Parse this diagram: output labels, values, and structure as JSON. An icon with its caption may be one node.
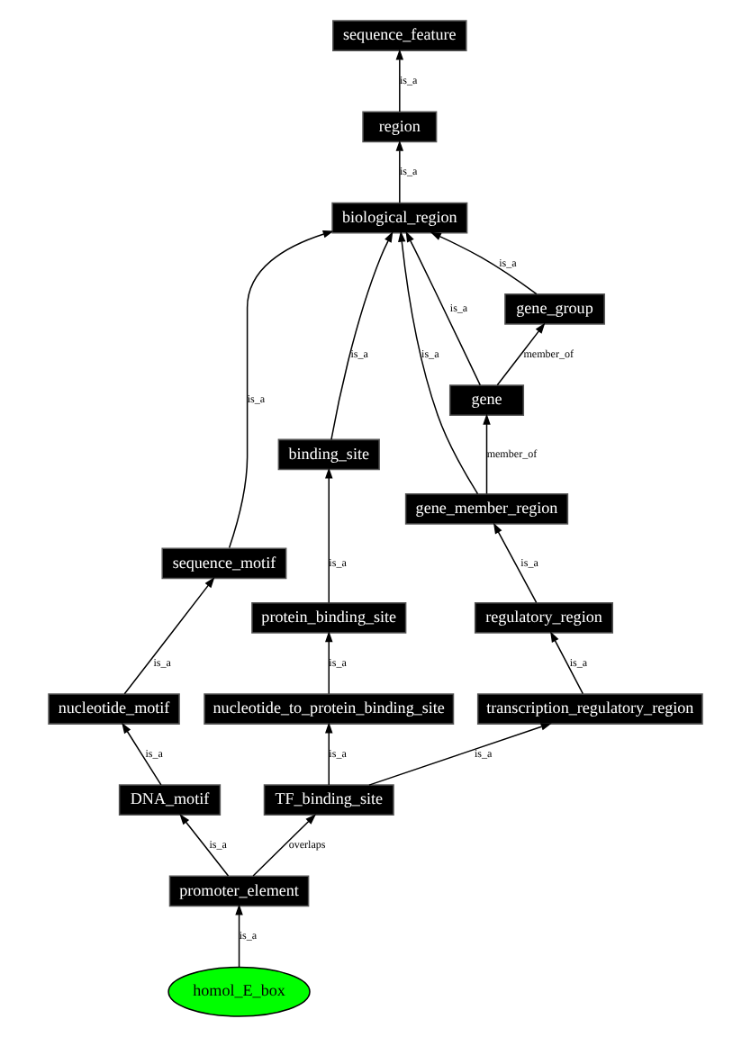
{
  "diagram": {
    "nodes": [
      {
        "text": [
          "sequence_feature"
        ]
      },
      {
        "text": [
          "region"
        ]
      },
      {
        "text": [
          "biological_region"
        ]
      },
      {
        "text": [
          "binding_site"
        ]
      },
      {
        "text": [
          "gene_group"
        ]
      },
      {
        "text": [
          "sequence_motif"
        ]
      },
      {
        "text": [
          "protein_binding_site"
        ]
      },
      {
        "text": [
          "gene"
        ]
      },
      {
        "text": [
          "nucleotide_motif"
        ]
      },
      {
        "text": [
          "gene_member_region"
        ]
      },
      {
        "text": [
          "DNA_motif"
        ]
      },
      {
        "text": [
          "regulatory_region"
        ]
      },
      {
        "text": [
          "nucleotide_to_protein_binding_site"
        ]
      },
      {
        "text": [
          "transcription_regulatory_region"
        ]
      },
      {
        "text": [
          "TF_binding_site"
        ]
      },
      {
        "text": [
          "promoter_element"
        ]
      },
      {
        "text": [
          "homol_E_box"
        ]
      }
    ],
    "edges": [
      {
        "from": 1,
        "to": 0,
        "arrow": "to",
        "label": "is_a"
      },
      {
        "from": 2,
        "to": 1,
        "arrow": "to",
        "label": "is_a"
      },
      {
        "from": 3,
        "to": 2,
        "arrow": "to",
        "label": "is_a"
      },
      {
        "from": 7,
        "to": 2,
        "arrow": "to",
        "label": "is_a"
      },
      {
        "from": 4,
        "to": 2,
        "arrow": "to",
        "label": "is_a"
      },
      {
        "from": 9,
        "to": 2,
        "arrow": "to",
        "label": "is_a"
      },
      {
        "from": 5,
        "to": 2,
        "arrow": "to",
        "label": "is_a"
      },
      {
        "from": 6,
        "to": 3,
        "arrow": "to",
        "label": "is_a"
      },
      {
        "from": 7,
        "to": 4,
        "arrow": "to",
        "label": "member_of"
      },
      {
        "from": 9,
        "to": 7,
        "arrow": "to",
        "label": "member_of"
      },
      {
        "from": 8,
        "to": 5,
        "arrow": "to",
        "label": "is_a"
      },
      {
        "from": 10,
        "to": 8,
        "arrow": "to",
        "label": "is_a"
      },
      {
        "from": 11,
        "to": 9,
        "arrow": "to",
        "label": "is_a"
      },
      {
        "from": 12,
        "to": 6,
        "arrow": "to",
        "label": "is_a"
      },
      {
        "from": 13,
        "to": 11,
        "arrow": "to",
        "label": "is_a"
      },
      {
        "from": 14,
        "to": 12,
        "arrow": "to",
        "label": "is_a"
      },
      {
        "from": 14,
        "to": 13,
        "arrow": "to",
        "label": "is_a"
      },
      {
        "from": 15,
        "to": 14,
        "arrow": "to",
        "label": "overlaps"
      },
      {
        "from": 15,
        "to": 10,
        "arrow": "to",
        "label": "is_a"
      },
      {
        "from": 16,
        "to": 15,
        "arrow": "to",
        "label": "is_a"
      }
    ]
  }
}
